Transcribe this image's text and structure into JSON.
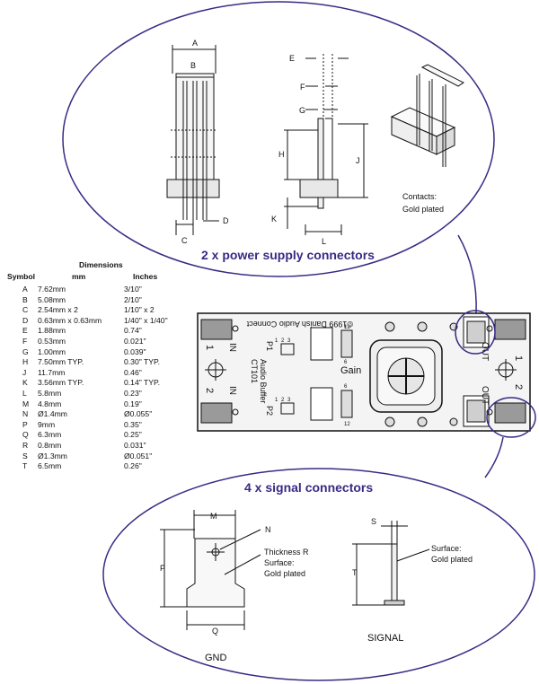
{
  "top_section": {
    "title": "2 x power supply connectors",
    "labels": [
      "A",
      "B",
      "C",
      "D",
      "E",
      "F",
      "G",
      "H",
      "J",
      "K",
      "L"
    ],
    "contacts_line1": "Contacts:",
    "contacts_line2": "Gold plated"
  },
  "dimensions_table": {
    "caption": "Dimensions",
    "headers": {
      "symbol": "Symbol",
      "mm": "mm",
      "inches": "Inches"
    },
    "rows": [
      {
        "symbol": "A",
        "mm": "7.62mm",
        "inches": "3/10\""
      },
      {
        "symbol": "B",
        "mm": "5.08mm",
        "inches": "2/10\""
      },
      {
        "symbol": "C",
        "mm": "2.54mm x 2",
        "inches": "1/10\" x 2"
      },
      {
        "symbol": "D",
        "mm": "0.63mm x 0.63mm",
        "inches": "1/40\" x 1/40\""
      },
      {
        "symbol": "E",
        "mm": "1.88mm",
        "inches": "0.74\""
      },
      {
        "symbol": "F",
        "mm": "0.53mm",
        "inches": "0.021\""
      },
      {
        "symbol": "G",
        "mm": "1.00mm",
        "inches": "0.039\""
      },
      {
        "symbol": "H",
        "mm": "7.50mm TYP.",
        "inches": "0.30\" TYP."
      },
      {
        "symbol": "J",
        "mm": "11.7mm",
        "inches": "0.46\""
      },
      {
        "symbol": "K",
        "mm": "3.56mm TYP.",
        "inches": "0.14\" TYP."
      },
      {
        "symbol": "L",
        "mm": "5.8mm",
        "inches": "0.23\""
      },
      {
        "symbol": "M",
        "mm": "4.8mm",
        "inches": "0.19\""
      },
      {
        "symbol": "N",
        "mm": "Ø1.4mm",
        "inches": "Ø0.055\""
      },
      {
        "symbol": "P",
        "mm": "9mm",
        "inches": "0.35\""
      },
      {
        "symbol": "Q",
        "mm": "6.3mm",
        "inches": "0.25\""
      },
      {
        "symbol": "R",
        "mm": "0.8mm",
        "inches": "0.031\""
      },
      {
        "symbol": "S",
        "mm": "Ø1.3mm",
        "inches": "Ø0.051\""
      },
      {
        "symbol": "T",
        "mm": "6.5mm",
        "inches": "0.26\""
      }
    ]
  },
  "board": {
    "copyright": "©1999 Danish Audio Connect",
    "model": "CT101",
    "name": "Audio Buffer",
    "gain": "Gain",
    "p1": "P1",
    "p2": "P2",
    "in_label": "IN",
    "out_label": "OUT",
    "ch1": "1",
    "ch2": "2",
    "pin1": "1",
    "pin2": "2",
    "pin3": "3",
    "pin12": "12",
    "pin6": "6"
  },
  "bottom_section": {
    "title": "4 x signal connectors",
    "labels": [
      "M",
      "N",
      "P",
      "Q",
      "S",
      "T"
    ],
    "thickness": "Thickness R",
    "surface": "Surface:",
    "gold": "Gold plated",
    "surface2": "Surface:",
    "gold2": "Gold plated",
    "gnd": "GND",
    "signal": "SIGNAL"
  },
  "colors": {
    "title": "#3a2a84",
    "accent": "#3a2a84",
    "board_bg": "#f4f4f4"
  }
}
